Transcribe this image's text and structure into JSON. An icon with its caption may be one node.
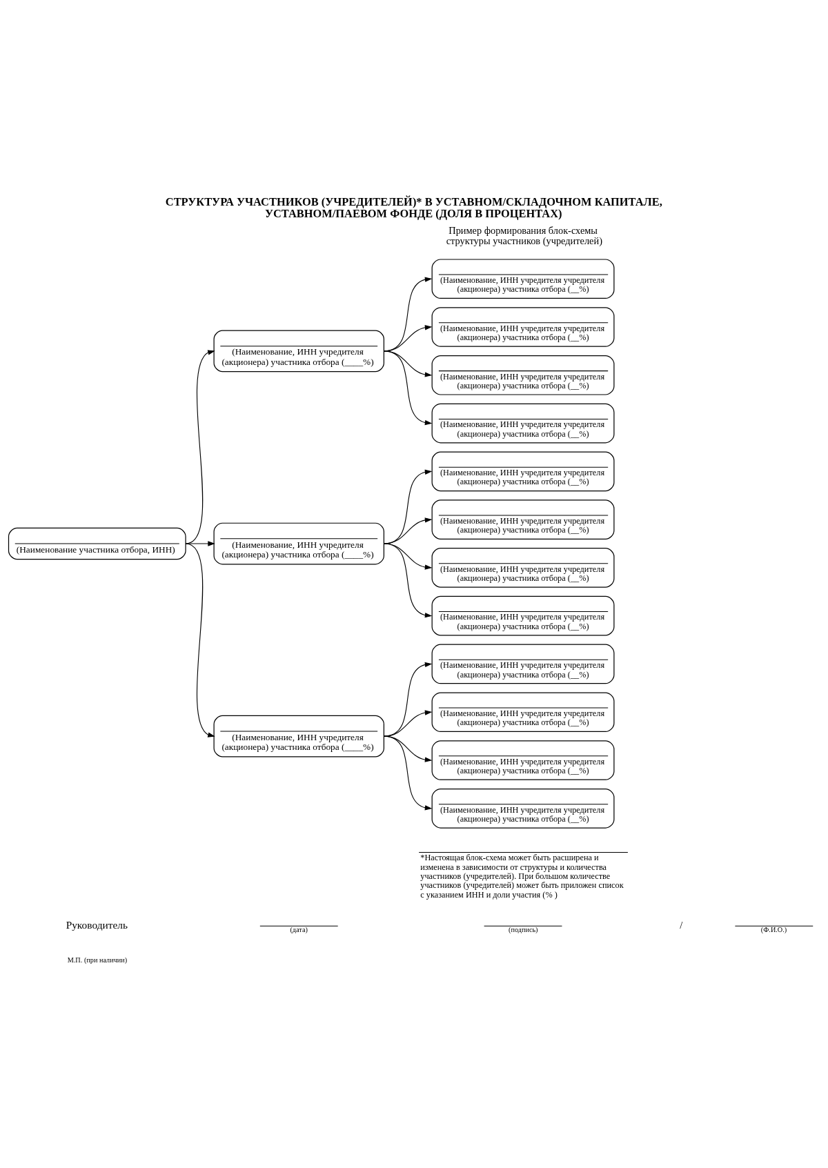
{
  "diagram": {
    "title": "СТРУКТУРА УЧАСТНИКОВ (УЧРЕДИТЕЛЕЙ)* В УСТАВНОМ/СКЛАДОЧНОМ КАПИТАЛЕ, УСТАВНОМ/ПАЕВОМ ФОНДЕ (ДОЛЯ В ПРОЦЕНТАХ)",
    "nodes": [
      {
        "text": [
          "(Наименование участника отбора, ИНН)"
        ]
      },
      {
        "text": [
          "(Наименование, ИНН учредителя (акционера) участника отбора (____%)"
        ]
      },
      {
        "text": [
          "(Наименование, ИНН учредителя (акционера) участника отбора (____%)"
        ]
      },
      {
        "text": [
          "(Наименование, ИНН учредителя (акционера) участника отбора (____%)"
        ]
      },
      {
        "text": [
          "(Наименование, ИНН учредителя учредителя (акционера) участника отбора (__%)"
        ]
      },
      {
        "text": [
          "(Наименование, ИНН учредителя учредителя (акционера) участника отбора (__%)"
        ]
      },
      {
        "text": [
          "(Наименование, ИНН учредителя учредителя (акционера) участника отбора (__%)"
        ]
      },
      {
        "text": [
          "(Наименование, ИНН учредителя учредителя (акционера) участника отбора (__%)"
        ]
      },
      {
        "text": [
          "(Наименование, ИНН учредителя учредителя (акционера) участника отбора (__%)"
        ]
      },
      {
        "text": [
          "(Наименование, ИНН учредителя учредителя (акционера) участника отбора (__%)"
        ]
      },
      {
        "text": [
          "(Наименование, ИНН учредителя учредителя (акционера) участника отбора (__%)"
        ]
      },
      {
        "text": [
          "(Наименование, ИНН учредителя учредителя (акционера) участника отбора (__%)"
        ]
      },
      {
        "text": [
          "(Наименование, ИНН учредителя учредителя (акционера) участника отбора (__%)"
        ]
      },
      {
        "text": [
          "(Наименование, ИНН учредителя учредителя (акционера) участника отбора (__%)"
        ]
      },
      {
        "text": [
          "(Наименование, ИНН учредителя учредителя (акционера) участника отбора (__%)"
        ]
      },
      {
        "text": [
          "(Наименование, ИНН учредителя учредителя (акционера) участника отбора (__%)"
        ]
      }
    ],
    "edges": [
      {
        "from": 0,
        "to": 1,
        "arrow": "to"
      },
      {
        "from": 0,
        "to": 2,
        "arrow": "to"
      },
      {
        "from": 0,
        "to": 3,
        "arrow": "to"
      },
      {
        "from": 1,
        "to": 4,
        "arrow": "to"
      },
      {
        "from": 1,
        "to": 5,
        "arrow": "to"
      },
      {
        "from": 1,
        "to": 6,
        "arrow": "to"
      },
      {
        "from": 1,
        "to": 7,
        "arrow": "to"
      },
      {
        "from": 2,
        "to": 8,
        "arrow": "to"
      },
      {
        "from": 2,
        "to": 9,
        "arrow": "to"
      },
      {
        "from": 2,
        "to": 10,
        "arrow": "to"
      },
      {
        "from": 2,
        "to": 11,
        "arrow": "to"
      },
      {
        "from": 3,
        "to": 12,
        "arrow": "to"
      },
      {
        "from": 3,
        "to": 13,
        "arrow": "to"
      },
      {
        "from": 3,
        "to": 14,
        "arrow": "to"
      },
      {
        "from": 3,
        "to": 15,
        "arrow": "to"
      }
    ],
    "labels": [
      "Пример формирования блок-схемы структуры участников (учредителей)",
      "*Настоящая блок-схема может быть расширена и изменена в зависимости от структуры и количества участников (учредителей). При большом количестве участников (учредителей) может быть приложен список с указанием ИНН и доли участия (% )",
      "Руководитель",
      "(дата)",
      "(подпись)",
      "/",
      "(Ф.И.О.)",
      "М.П. (при наличии)"
    ]
  }
}
